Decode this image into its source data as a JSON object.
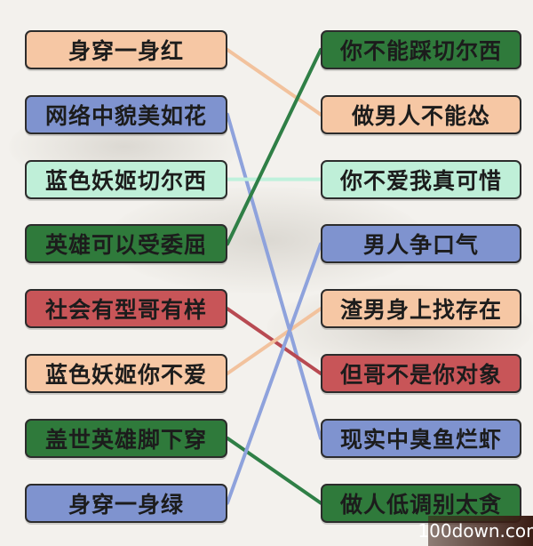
{
  "colors": {
    "peach": "#f6c7a4",
    "blue": "#7f93cf",
    "mint": "#bfefd8",
    "green": "#2f7a3b",
    "red": "#c85558",
    "line_peach": "#f2c29d",
    "line_blue": "#8ea2dc",
    "line_mint": "#bff1dc",
    "line_green": "#2f7f46",
    "line_red": "#b84a52"
  },
  "left_items": [
    {
      "text": "身穿一身红",
      "color": "peach"
    },
    {
      "text": "网络中貌美如花",
      "color": "blue"
    },
    {
      "text": "蓝色妖姬切尔西",
      "color": "mint"
    },
    {
      "text": "英雄可以受委屈",
      "color": "green"
    },
    {
      "text": "社会有型哥有样",
      "color": "red"
    },
    {
      "text": "蓝色妖姬你不爱",
      "color": "peach"
    },
    {
      "text": "盖世英雄脚下穿",
      "color": "green"
    },
    {
      "text": "身穿一身绿",
      "color": "blue"
    }
  ],
  "right_items": [
    {
      "text": "你不能踩切尔西",
      "color": "green"
    },
    {
      "text": "做男人不能怂",
      "color": "peach"
    },
    {
      "text": "你不爱我真可惜",
      "color": "mint"
    },
    {
      "text": "男人争口气",
      "color": "blue"
    },
    {
      "text": "渣男身上找存在",
      "color": "peach"
    },
    {
      "text": "但哥不是你对象",
      "color": "red"
    },
    {
      "text": "现实中臭鱼烂虾",
      "color": "blue"
    },
    {
      "text": "做人低调别太贪",
      "color": "green"
    }
  ],
  "connections": [
    {
      "from": 0,
      "to": 1,
      "color": "line_peach"
    },
    {
      "from": 1,
      "to": 6,
      "color": "line_blue"
    },
    {
      "from": 2,
      "to": 2,
      "color": "line_mint"
    },
    {
      "from": 3,
      "to": 0,
      "color": "line_green"
    },
    {
      "from": 4,
      "to": 5,
      "color": "line_red"
    },
    {
      "from": 5,
      "to": 4,
      "color": "line_peach"
    },
    {
      "from": 6,
      "to": 7,
      "color": "line_green"
    },
    {
      "from": 7,
      "to": 3,
      "color": "line_blue"
    }
  ],
  "watermark": "100down.com"
}
